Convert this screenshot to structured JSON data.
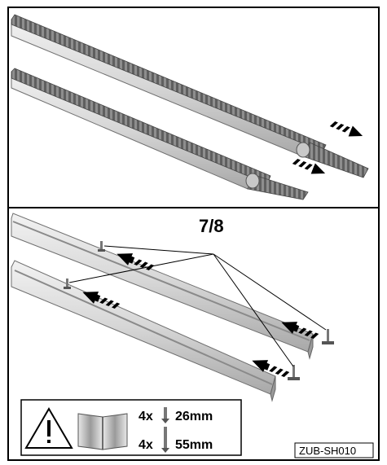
{
  "callout_label": "7/8",
  "specs": [
    {
      "quantity": "4x",
      "length": "26mm"
    },
    {
      "quantity": "4x",
      "length": "55mm"
    }
  ],
  "figure_code": "ZUB-SH010",
  "icons": [
    "warning-triangle-icon",
    "manual-book-icon",
    "short-screw-icon",
    "long-screw-icon"
  ],
  "colors": {
    "rail": "#d9d9d9",
    "rail_shadow": "#a9a9a9",
    "strip": "#8c8c8c",
    "line": "#000000"
  }
}
